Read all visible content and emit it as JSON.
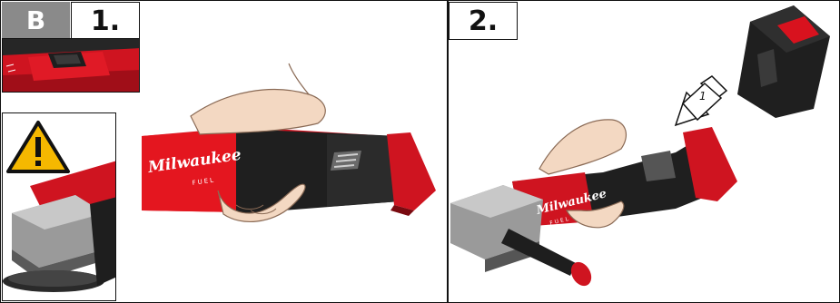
{
  "badge": {
    "label": "B"
  },
  "steps": [
    {
      "label": "1."
    },
    {
      "label": "2."
    }
  ],
  "tool": {
    "brand": "Milwaukee",
    "line": "FUEL"
  },
  "arrow": {
    "label": "1"
  },
  "colors": {
    "red": "#d8121e",
    "dark": "#1e1e1e",
    "grey": "#8a8a8a",
    "skin": "#f3d8c2",
    "warning": "#f5b800"
  }
}
